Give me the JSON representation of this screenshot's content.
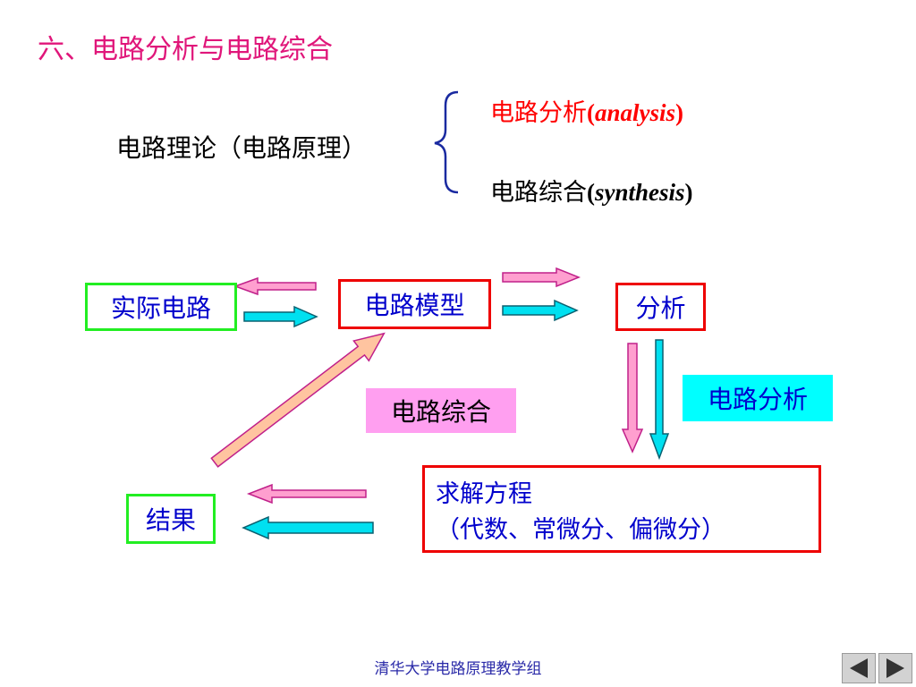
{
  "slide": {
    "title": "六、电路分析与电路综合",
    "theory_label": "电路理论（电路原理）",
    "branches": {
      "analysis_cn": "电路分析",
      "analysis_en_open": "(",
      "analysis_en": "analysis",
      "analysis_en_close": ")",
      "synthesis_cn": "电路综合",
      "synthesis_en_open": "(",
      "synthesis_en": "synthesis",
      "synthesis_en_close": ")"
    }
  },
  "flow": {
    "real_circuit": "实际电路",
    "circuit_model": "电路模型",
    "analyze": "分析",
    "analysis_label": "电路分析",
    "synthesis_label": "电路综合",
    "solve_line1": "求解方程",
    "solve_line2": "（代数、常微分、偏微分）",
    "result": "结果"
  },
  "footer": {
    "text": "清华大学电路原理教学组"
  },
  "colors": {
    "title": "#e0167a",
    "pink_arrow": "#ff9fcf",
    "cyan_arrow": "#00e0f0",
    "synthesis_bg": "#ff9ff0",
    "analysis_bg": "#00ffff",
    "synthesis_diag_arrow": "#ffc4a0"
  },
  "icons": {
    "prev": "triangle-left-icon",
    "next": "triangle-right-icon"
  }
}
